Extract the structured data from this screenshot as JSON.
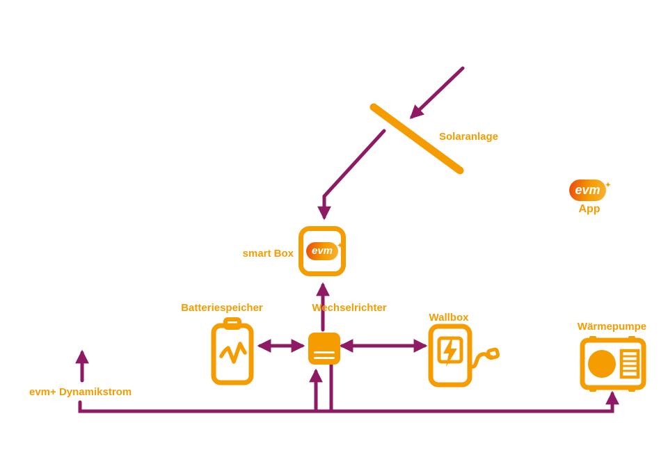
{
  "diagram": {
    "background_color": "#FFFFFF",
    "colors": {
      "orange": "#F59C00",
      "berry": "#8E1A63",
      "logo_gradient_start": "#E8490F",
      "logo_gradient_end": "#F9B233"
    },
    "logo_text": "evm",
    "labels": {
      "solar": "Solaranlage",
      "smart_box": "smart Box",
      "battery": "Batteriespeicher",
      "inverter": "Wechselrichter",
      "wallbox": "Wallbox",
      "heat_pump": "Wärmepumpe",
      "grid_feed": "evm+ Dynamikstrom",
      "app": "App"
    },
    "icons": {
      "sparkle": "✦"
    },
    "connections": [
      {
        "from": "offscreen-top",
        "to": "Solaranlage",
        "arrows": "one-way"
      },
      {
        "from": "Solaranlage",
        "to": "smart Box",
        "arrows": "one-way"
      },
      {
        "from": "Wechselrichter",
        "to": "smart Box",
        "arrows": "one-way"
      },
      {
        "from": "Batteriespeicher",
        "to": "Wechselrichter",
        "arrows": "two-way"
      },
      {
        "from": "Wechselrichter",
        "to": "Wallbox",
        "arrows": "two-way"
      },
      {
        "from": "evm+ Dynamikstrom",
        "to": "Wechselrichter",
        "arrows": "bus-up"
      },
      {
        "from": "bus",
        "to": "Wärmepumpe",
        "arrows": "one-way"
      }
    ]
  }
}
